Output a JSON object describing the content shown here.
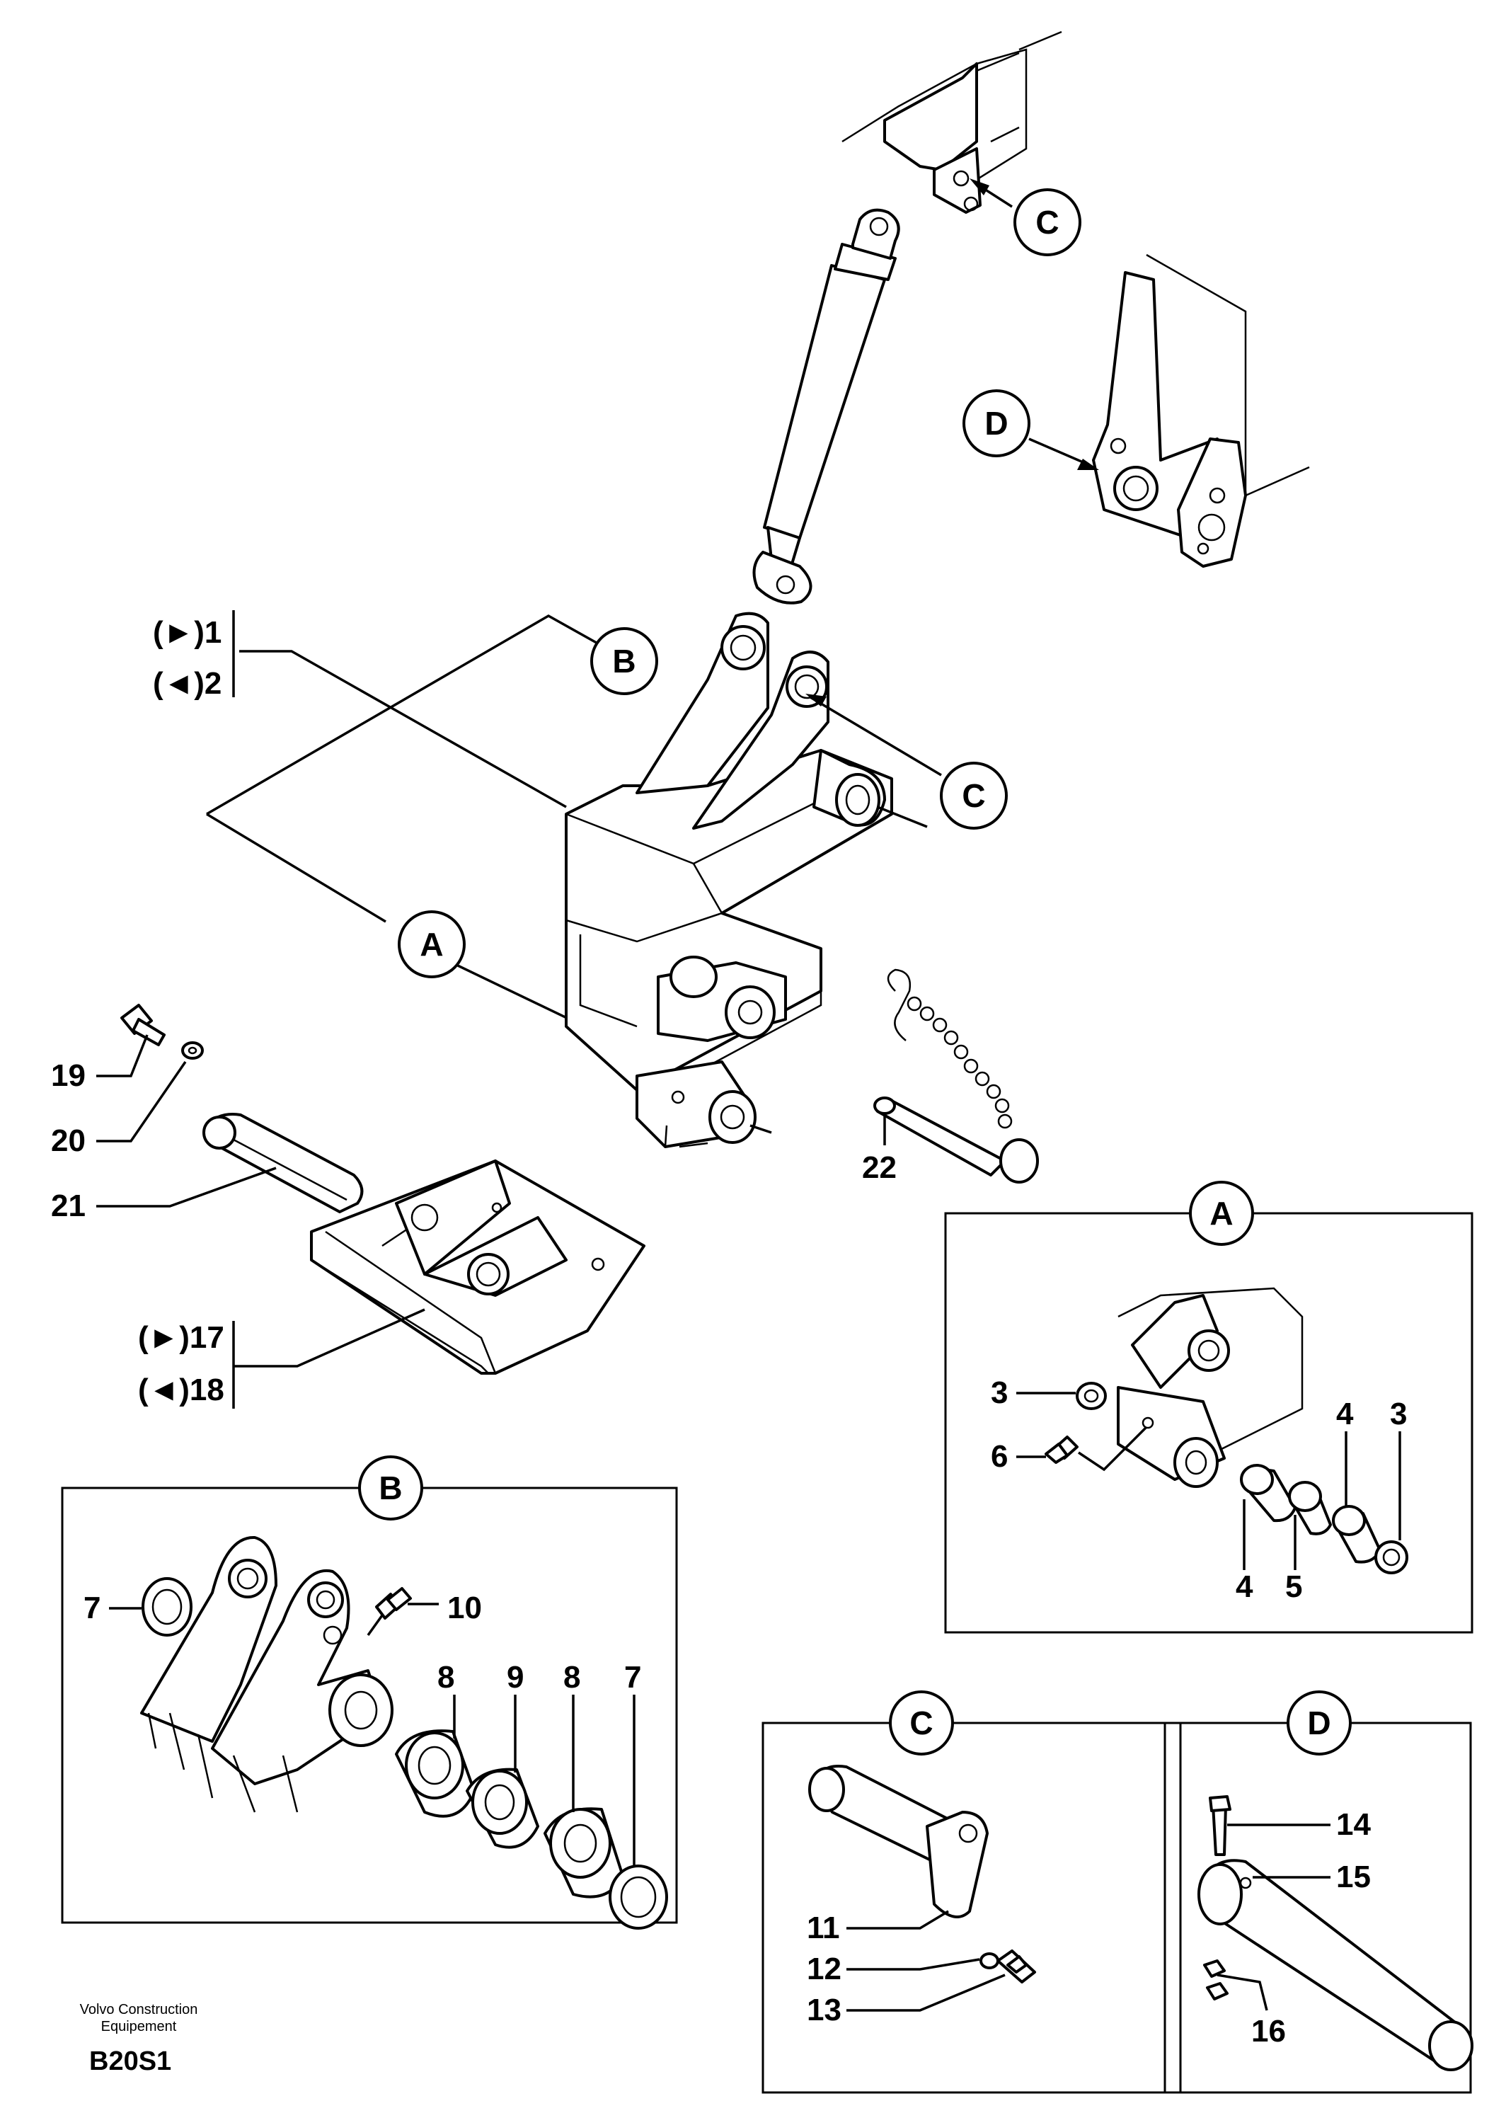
{
  "callouts": {
    "A": "A",
    "B": "B",
    "C": "C",
    "D": "D"
  },
  "labels": {
    "p1": "(►)1",
    "p2": "(◄)2",
    "p3a": "3",
    "p3b": "3",
    "p4a": "4",
    "p4b": "4",
    "p5": "5",
    "p6": "6",
    "p7a": "7",
    "p7b": "7",
    "p8a": "8",
    "p8b": "8",
    "p9": "9",
    "p10": "10",
    "p11": "11",
    "p12": "12",
    "p13": "13",
    "p14": "14",
    "p15": "15",
    "p16": "16",
    "p17": "(►)17",
    "p18": "(◄)18",
    "p19": "19",
    "p20": "20",
    "p21": "21",
    "p22": "22"
  },
  "footer": {
    "line1": "Volvo Construction",
    "line2": "Equipement",
    "code": "B20S1"
  }
}
